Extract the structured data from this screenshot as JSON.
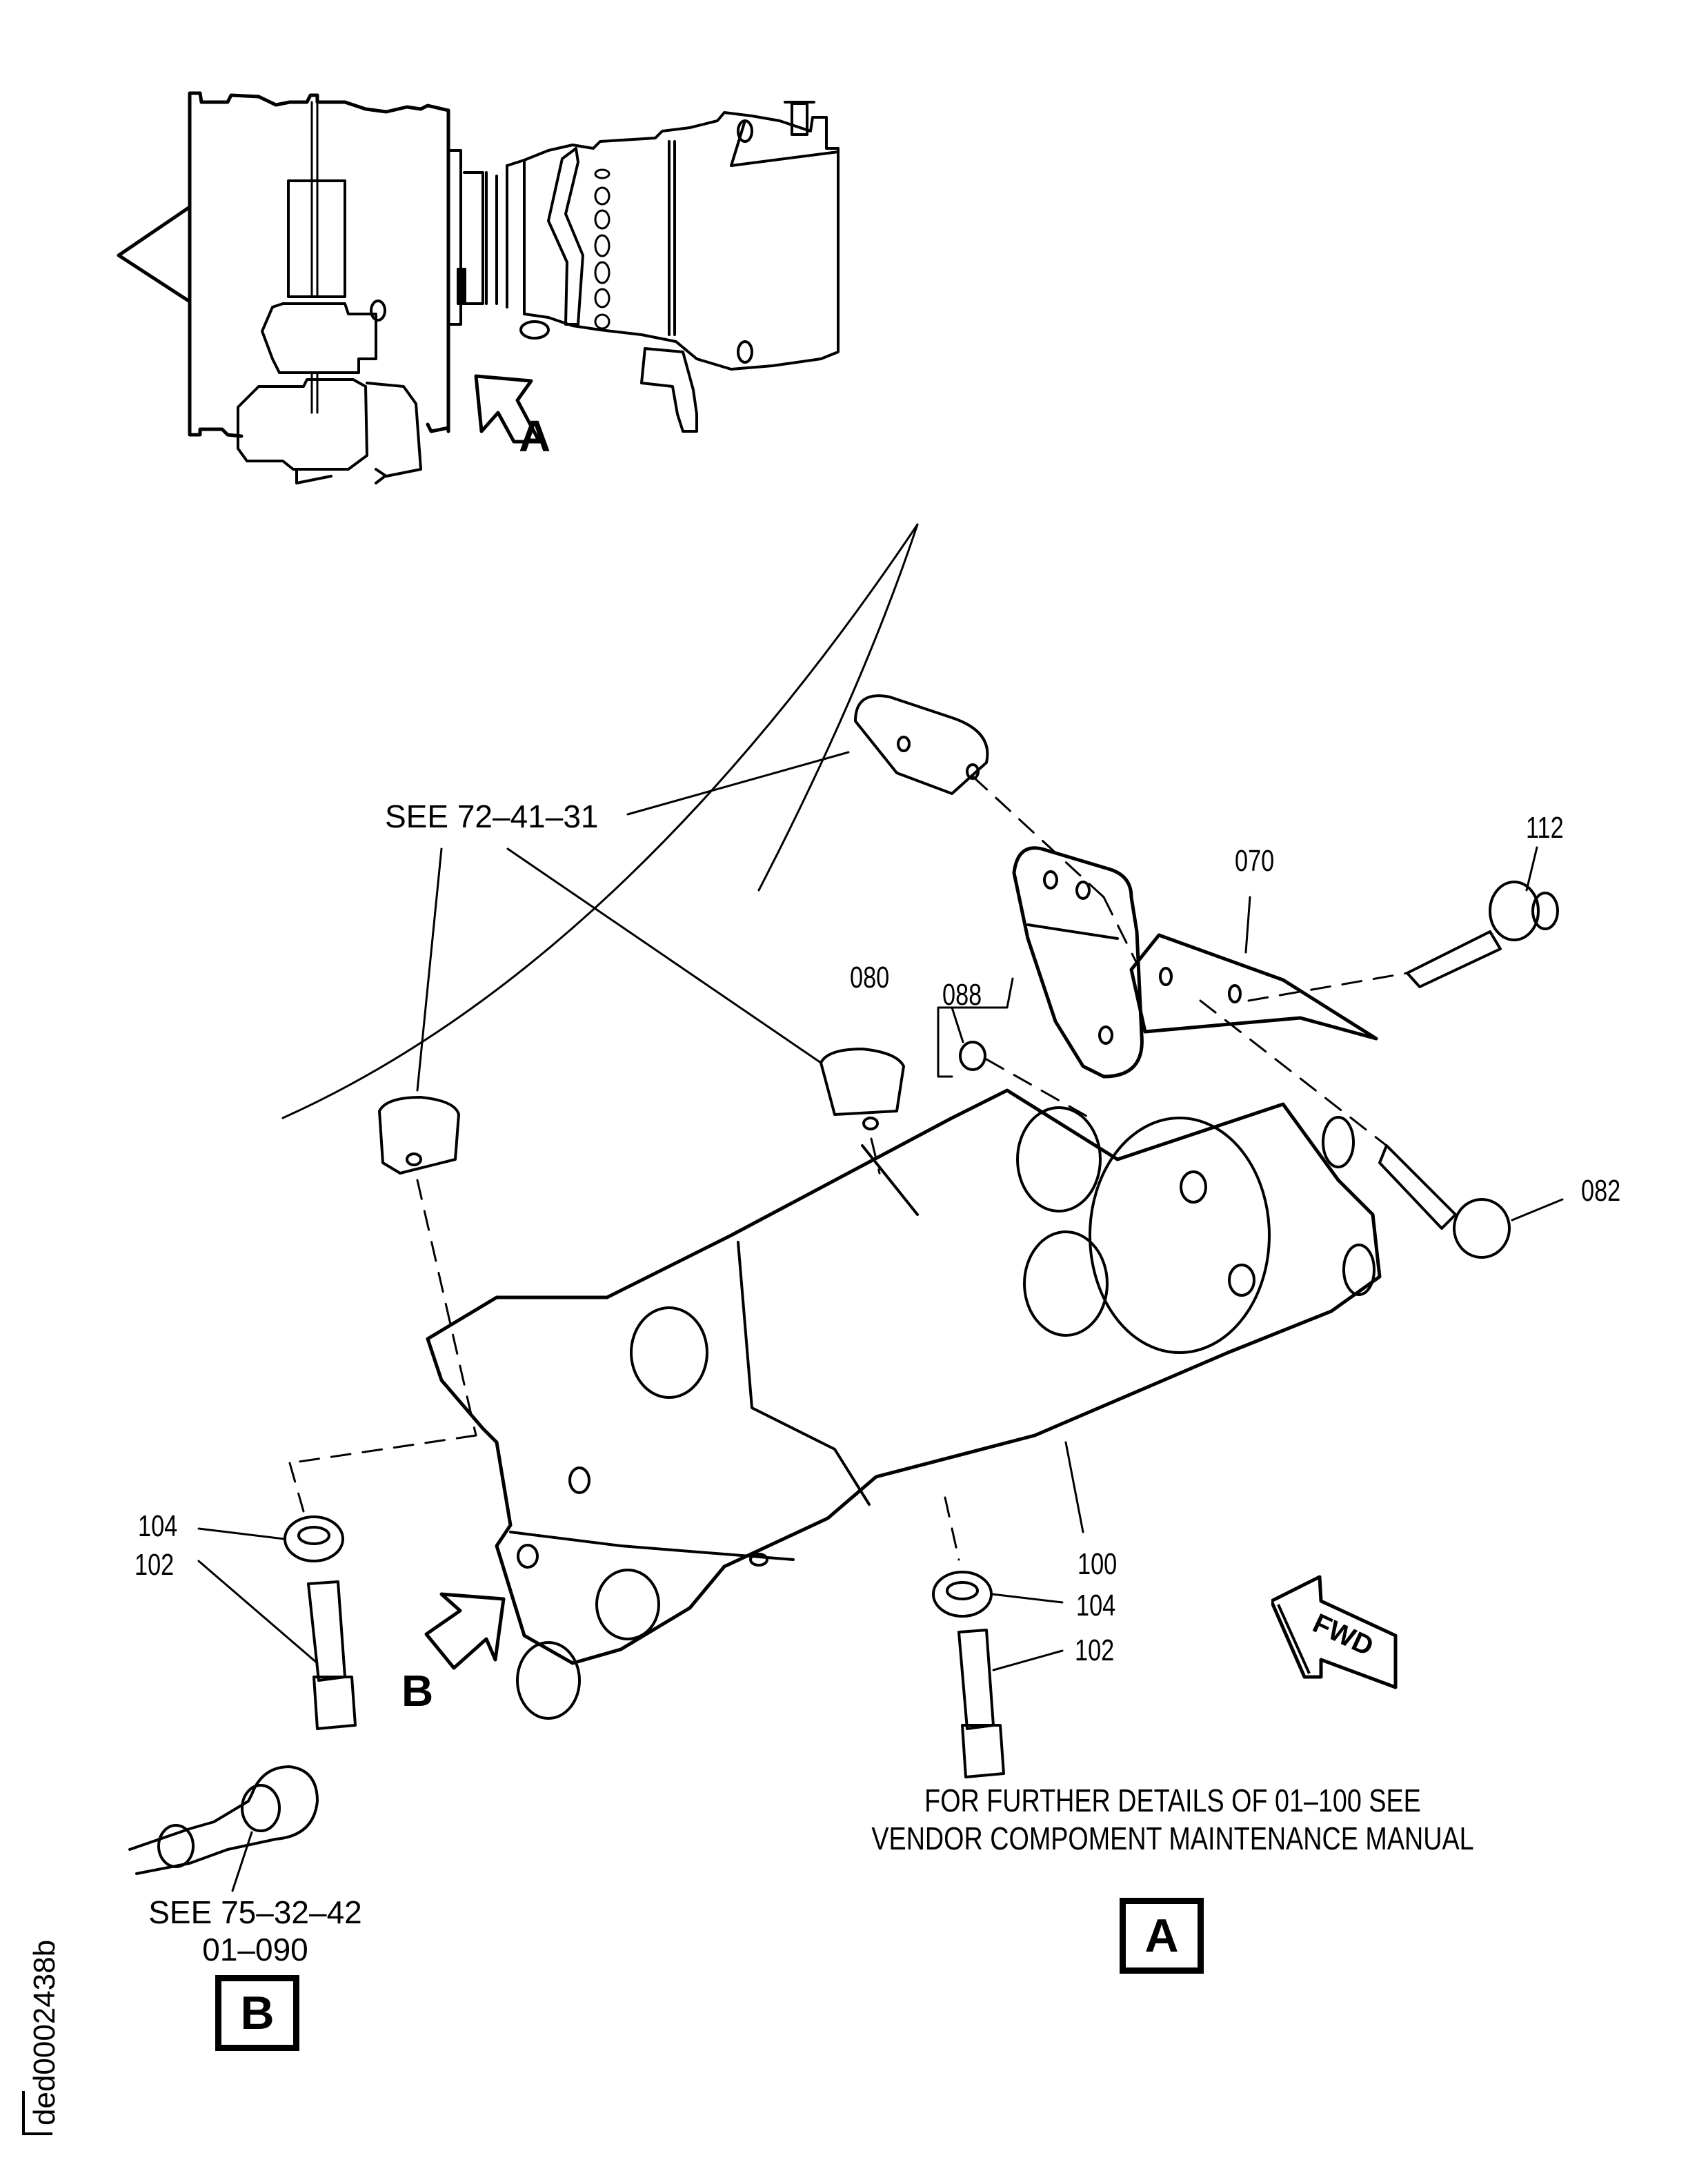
{
  "figure": {
    "figure_id": "ded0002438b",
    "locator_view": {
      "arrow_label": "A"
    },
    "detail_A": {
      "view_title": "A",
      "note_lines": [
        "FOR FURTHER DETAILS OF 01–100 SEE",
        "VENDOR COMPOMENT MAINTENANCE MANUAL"
      ],
      "cross_reference": "SEE 72–41–31",
      "direction_marker": "FWD",
      "view_arrow_label": "B",
      "callouts": [
        {
          "id": "070"
        },
        {
          "id": "080"
        },
        {
          "id": "082"
        },
        {
          "id": "088"
        },
        {
          "id": "100"
        },
        {
          "id": "102"
        },
        {
          "id": "104"
        },
        {
          "id": "112"
        }
      ]
    },
    "detail_B": {
      "view_title": "B",
      "cross_reference_lines": [
        "SEE 75–32–42",
        "01–090"
      ]
    }
  }
}
